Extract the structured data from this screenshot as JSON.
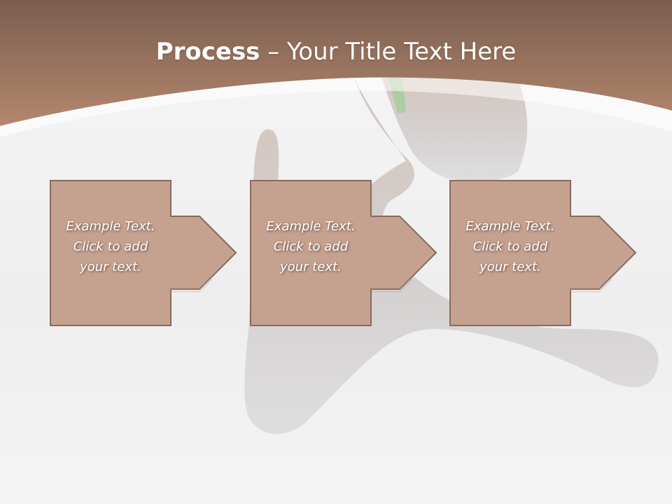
{
  "slide": {
    "title_bold": "Process",
    "title_rest": " – Your Title Text Here",
    "steps": [
      {
        "text": "Example Text.\nClick  to add\nyour text."
      },
      {
        "text": "Example Text.\nClick  to add\nyour text."
      },
      {
        "text": "Example Text.\nClick  to add\nyour text."
      }
    ]
  },
  "colors": {
    "header_top": "#7b5e4f",
    "header_bottom": "#b3876e",
    "box_fill": "#c5a190",
    "box_stroke": "#8a6a5c"
  }
}
